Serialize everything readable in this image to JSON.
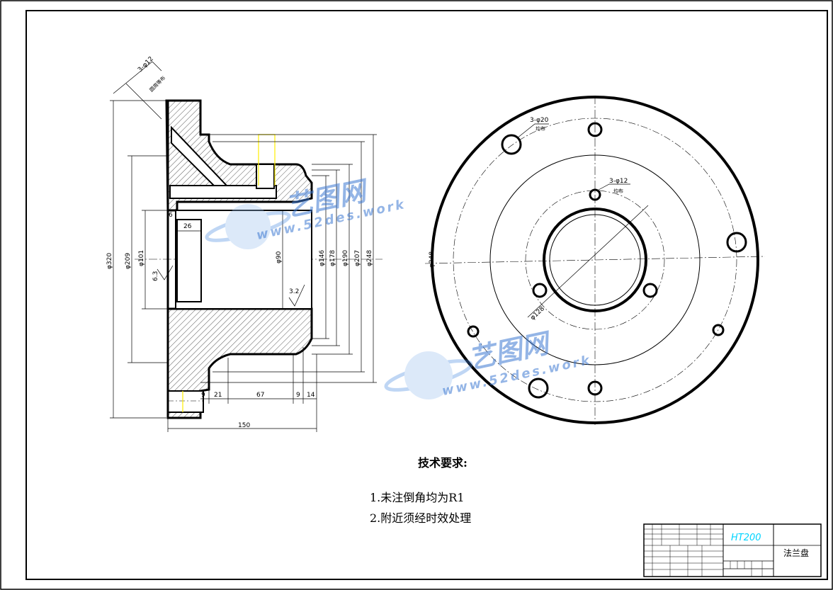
{
  "section_view": {
    "dims": {
      "d320": "φ320",
      "d209": "φ209",
      "d101": "φ101",
      "d90": "φ90",
      "d146": "φ146",
      "d178": "φ178",
      "d190": "φ190",
      "d207": "φ207",
      "d248": "φ248",
      "hole_note": "3-φ12",
      "hole_note_sub": "圆周等布",
      "w26": "26",
      "w6": "6",
      "w9a": "9",
      "w21": "21",
      "w67": "67",
      "w9b": "9",
      "w14": "14",
      "w150": "150",
      "rough63": "6.3",
      "rough32": "3.2"
    }
  },
  "end_view": {
    "dims": {
      "holes20": "3-φ20",
      "holes20_sub": "均布",
      "holes12": "3-φ12",
      "holes12_sub": "均布",
      "d128": "φ128",
      "d248": "φ248"
    }
  },
  "requirements": {
    "title": "技术要求:",
    "items": [
      "1.未注倒角均为R1",
      "2.附近须经时效处理"
    ]
  },
  "title_block": {
    "material": "HT200",
    "part_name": "法兰盘"
  },
  "watermark": {
    "brand": "艺图网",
    "url": "www.52des.work"
  },
  "colors": {
    "line": "#000000",
    "dim": "#000000",
    "hatch": "#333333",
    "annotation": "#ffee00",
    "material_text": "#00d4ff"
  }
}
